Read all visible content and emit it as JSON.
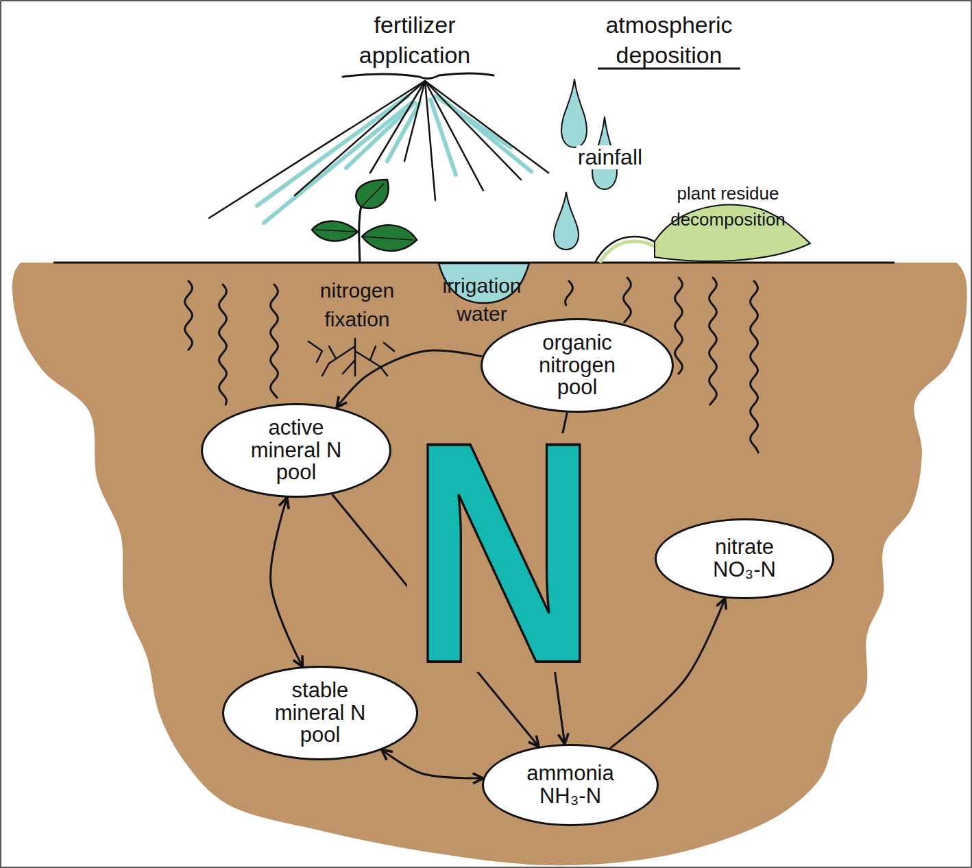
{
  "diagram": {
    "nodes": [
      {
        "text": [
          "organic nitrogen pool"
        ]
      },
      {
        "text": [
          "active mineral N pool"
        ]
      },
      {
        "text": [
          "nitrate",
          "NO₃-N"
        ]
      },
      {
        "text": [
          "stable mineral N pool"
        ]
      },
      {
        "text": [
          "ammonia",
          "NH₃-N"
        ]
      }
    ],
    "edges": [
      {
        "from": 0,
        "to": 1,
        "arrow": "to"
      },
      {
        "from": 1,
        "to": 3,
        "arrow": "both"
      },
      {
        "from": 3,
        "to": 4,
        "arrow": "both"
      },
      {
        "from": 4,
        "to": 2,
        "arrow": "to"
      },
      {
        "from": 1,
        "to": 4,
        "arrow": "to"
      },
      {
        "from": 0,
        "to": 4,
        "arrow": "to"
      }
    ],
    "labels": [
      "fertilizer application",
      "atmospheric deposition",
      "rainfall",
      "plant residue decomposition",
      "nitrogen fixation",
      "irrigation water",
      "N"
    ]
  }
}
